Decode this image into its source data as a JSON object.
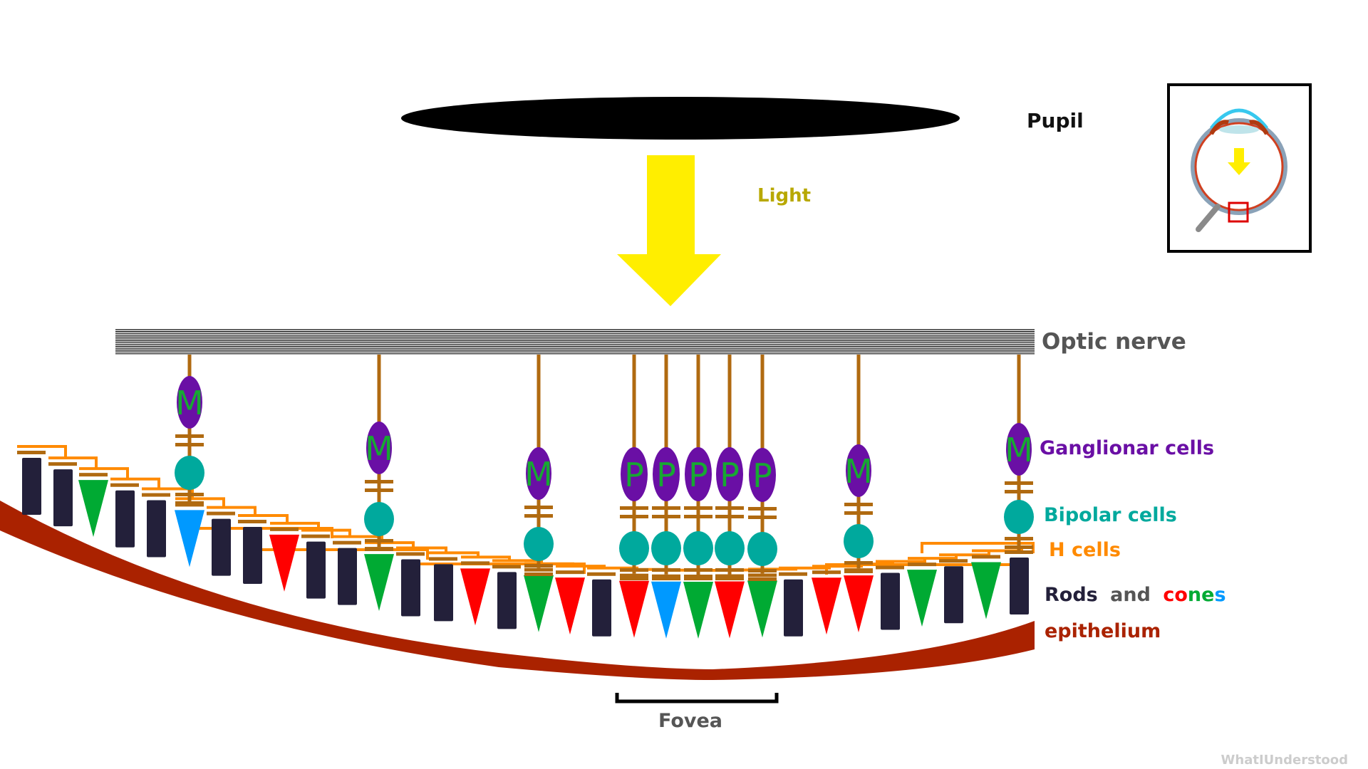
{
  "labels": {
    "pupil": "Pupil",
    "light": "Light",
    "optic_nerve": "Optic nerve",
    "ganglionar": "Ganglionar cells",
    "bipolar": "Bipolar cells",
    "h_cells": "H cells",
    "rods_word": "Rods",
    "and_word": "and",
    "cones_c": "c",
    "cones_o": "o",
    "cones_n": "n",
    "cones_e": "e",
    "cones_s": "s",
    "epithelium": "epithelium",
    "fovea": "Fovea",
    "credit": "WhatIUnderstood"
  },
  "ganglion_letters": {
    "magno": "M",
    "parvo": "P"
  },
  "colors": {
    "pupil": "#000000",
    "light_arrow": "#ffee00",
    "light_label": "#b8a800",
    "optic_nerve_label": "#555555",
    "ganglion": "#6a0fa5",
    "ganglion_letter": "#17a832",
    "bipolar": "#00a99d",
    "h_cell": "#ff8a00",
    "synapse": "#b06a10",
    "rod": "#23203a",
    "cone_red": "#ff0000",
    "cone_green": "#00aa33",
    "cone_blue": "#0099ff",
    "epithelium": "#aa2200",
    "credit": "#cccccc"
  },
  "icons": {
    "inset": "eye-cross-section-magnifier-icon"
  },
  "photoreceptors": [
    "rod",
    "rod",
    "green",
    "rod",
    "rod",
    "blue",
    "rod",
    "rod",
    "red",
    "rod",
    "rod",
    "green",
    "rod",
    "rod",
    "red",
    "rod",
    "green",
    "red",
    "rod",
    "red",
    "blue",
    "green",
    "red",
    "green",
    "rod",
    "red",
    "red",
    "rod",
    "green",
    "rod",
    "green",
    "rod"
  ],
  "ganglion_cells": [
    "M",
    "M",
    "M",
    "P",
    "P",
    "P",
    "P",
    "P",
    "M",
    "M"
  ]
}
